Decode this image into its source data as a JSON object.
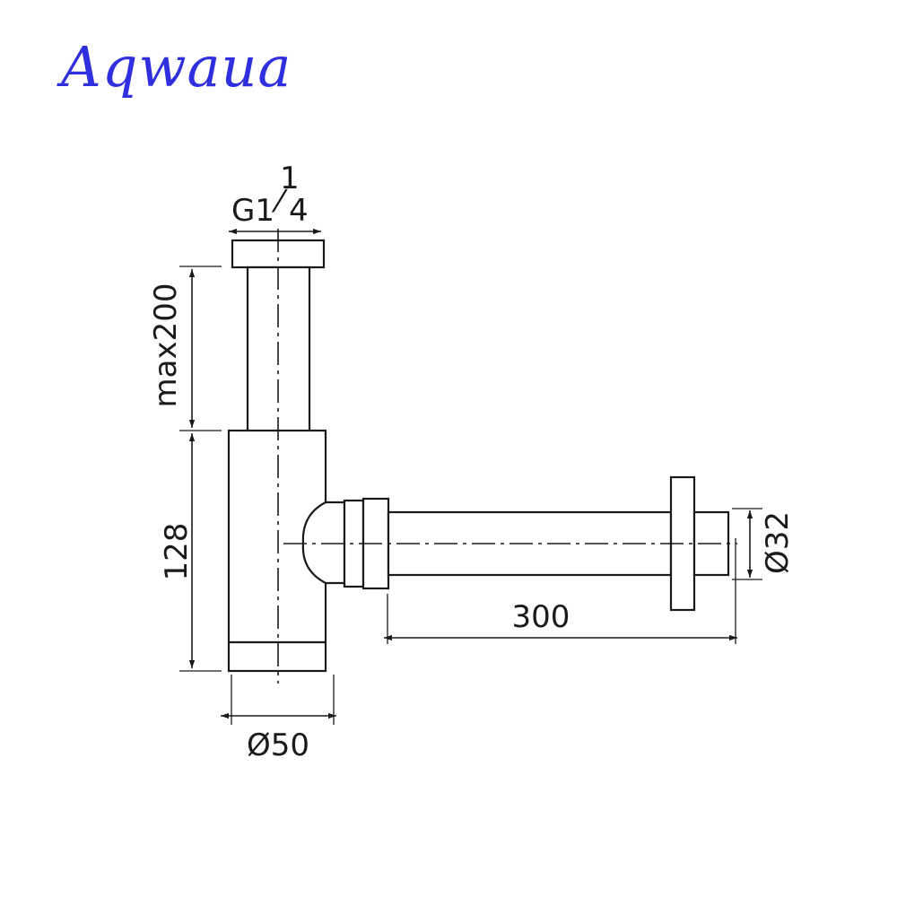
{
  "brand": {
    "name": "Aqwaua",
    "color": "#2f2fe0"
  },
  "dimensions": {
    "thread_main": "G1",
    "thread_numerator": "1",
    "thread_slash": "⁄",
    "thread_denominator": "4",
    "tailpiece_height": "max200",
    "body_height": "128",
    "outlet_length": "300",
    "outlet_diameter": "Ø32",
    "body_diameter": "Ø50"
  },
  "colors": {
    "line": "#1a1a1a"
  }
}
